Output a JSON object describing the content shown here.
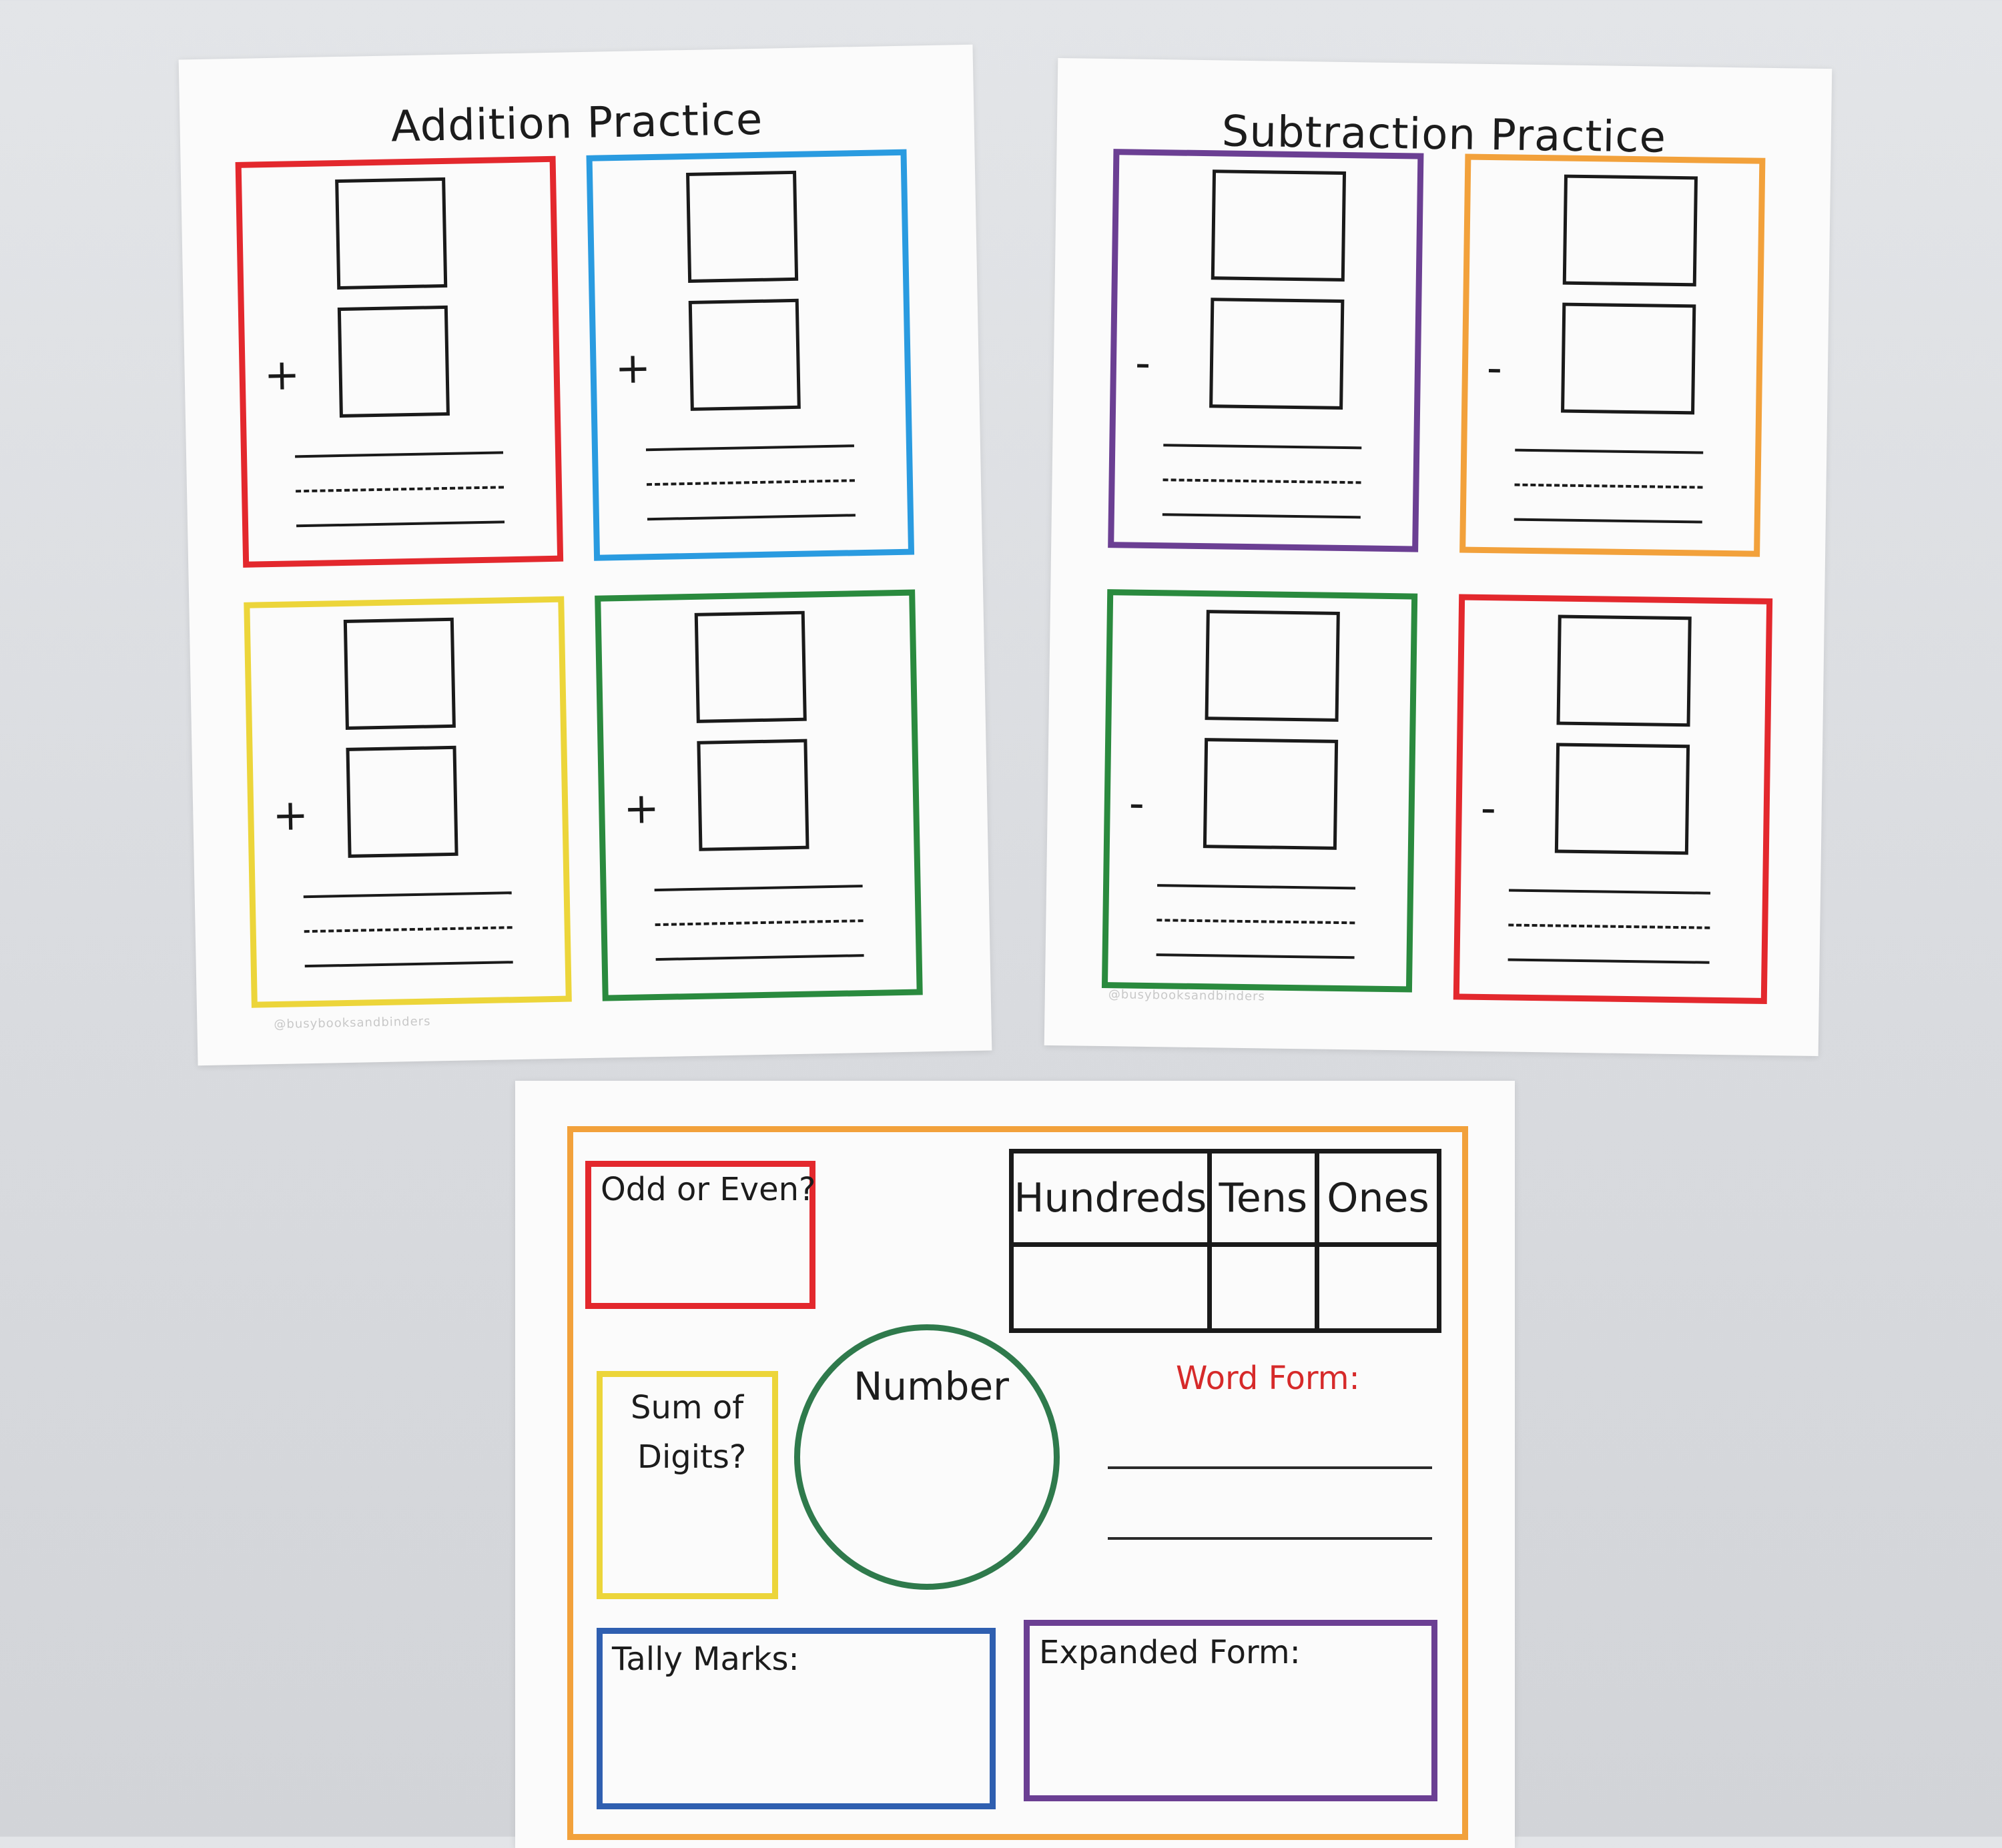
{
  "addition_sheet": {
    "title": "Addition Practice",
    "operator": "+",
    "card_colors": [
      "#e3282d",
      "#2a9be0",
      "#ecd53a",
      "#2a8a3e"
    ],
    "watermark": "@busybooksandbinders"
  },
  "subtraction_sheet": {
    "title": "Subtraction Practice",
    "operator": "-",
    "card_colors": [
      "#6b3f93",
      "#f2a13b",
      "#2a8a3e",
      "#e3282d"
    ],
    "watermark": "@busybooksandbinders"
  },
  "number_sheet": {
    "border_color": "#f2a13b",
    "odd_even": {
      "label": "Odd or Even?",
      "color": "#e3282d"
    },
    "sum_digits": {
      "line1": "Sum of",
      "line2": "Digits?",
      "color": "#ecd53a"
    },
    "number_circle": {
      "label": "Number",
      "color": "#2f7a4c"
    },
    "place_value": {
      "headers": [
        "Hundreds",
        "Tens",
        "Ones"
      ]
    },
    "word_form": {
      "label": "Word Form:",
      "color": "#d62a2a"
    },
    "tally": {
      "label": "Tally Marks:",
      "color": "#2f5fb0"
    },
    "expanded": {
      "label": "Expanded Form:",
      "color": "#6b3f93"
    }
  }
}
